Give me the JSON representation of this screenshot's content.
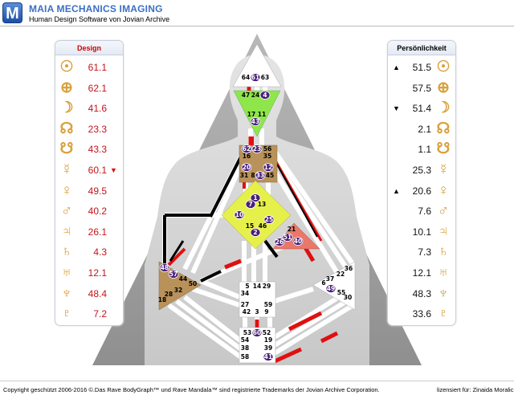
{
  "header": {
    "logo_letter": "M",
    "title": "MAIA MECHANICS IMAGING",
    "subtitle": "Human Design Software von Jovian Archive"
  },
  "design": {
    "title": "Design",
    "rows": [
      {
        "planet": "sun",
        "symbol": "☉",
        "value": "61.1",
        "arrow": ""
      },
      {
        "planet": "earth",
        "symbol": "⊕",
        "value": "62.1",
        "arrow": ""
      },
      {
        "planet": "moon",
        "symbol": "☽",
        "value": "41.6",
        "arrow": ""
      },
      {
        "planet": "north-node",
        "symbol": "☊",
        "value": "23.3",
        "arrow": ""
      },
      {
        "planet": "south-node",
        "symbol": "☋",
        "value": "43.3",
        "arrow": ""
      },
      {
        "planet": "mercury",
        "symbol": "☿",
        "value": "60.1",
        "arrow": "▼"
      },
      {
        "planet": "venus",
        "symbol": "♀",
        "value": "49.5",
        "arrow": ""
      },
      {
        "planet": "mars",
        "symbol": "♂",
        "value": "40.2",
        "arrow": ""
      },
      {
        "planet": "jupiter",
        "symbol": "♃",
        "value": "26.1",
        "arrow": ""
      },
      {
        "planet": "saturn",
        "symbol": "♄",
        "value": "4.3",
        "arrow": ""
      },
      {
        "planet": "uranus",
        "symbol": "♅",
        "value": "12.1",
        "arrow": ""
      },
      {
        "planet": "neptune",
        "symbol": "♆",
        "value": "48.4",
        "arrow": ""
      },
      {
        "planet": "pluto",
        "symbol": "♇",
        "value": "7.2",
        "arrow": ""
      }
    ]
  },
  "personality": {
    "title": "Persönlichkeit",
    "rows": [
      {
        "planet": "sun",
        "symbol": "☉",
        "value": "51.5",
        "arrow": "▲"
      },
      {
        "planet": "earth",
        "symbol": "⊕",
        "value": "57.5",
        "arrow": ""
      },
      {
        "planet": "moon",
        "symbol": "☽",
        "value": "51.4",
        "arrow": "▼"
      },
      {
        "planet": "north-node",
        "symbol": "☊",
        "value": "2.1",
        "arrow": ""
      },
      {
        "planet": "south-node",
        "symbol": "☋",
        "value": "1.1",
        "arrow": ""
      },
      {
        "planet": "mercury",
        "symbol": "☿",
        "value": "25.3",
        "arrow": ""
      },
      {
        "planet": "venus",
        "symbol": "♀",
        "value": "20.6",
        "arrow": "▲"
      },
      {
        "planet": "mars",
        "symbol": "♂",
        "value": "7.6",
        "arrow": ""
      },
      {
        "planet": "jupiter",
        "symbol": "♃",
        "value": "10.1",
        "arrow": ""
      },
      {
        "planet": "saturn",
        "symbol": "♄",
        "value": "7.3",
        "arrow": ""
      },
      {
        "planet": "uranus",
        "symbol": "♅",
        "value": "12.1",
        "arrow": ""
      },
      {
        "planet": "neptune",
        "symbol": "♆",
        "value": "48.3",
        "arrow": ""
      },
      {
        "planet": "pluto",
        "symbol": "♇",
        "value": "33.6",
        "arrow": ""
      }
    ]
  },
  "bodygraph": {
    "colors": {
      "head": "#ffffff",
      "ajna": "#8ee64a",
      "throat": "#b8925a",
      "g": "#e6f04a",
      "heart": "#e8786a",
      "spleen": "#b8925a",
      "solar_plexus": "#ffffff",
      "sacral": "#ffffff",
      "root": "#ffffff",
      "active_gate": "#4a1f7a",
      "design": "#e01010",
      "personality": "#000000"
    },
    "centers": {
      "head": {
        "gates": [
          {
            "n": "64",
            "active": false
          },
          {
            "n": "61",
            "active": true
          },
          {
            "n": "63",
            "active": false
          }
        ]
      },
      "ajna": {
        "gates": [
          {
            "n": "47",
            "active": false
          },
          {
            "n": "24",
            "active": false
          },
          {
            "n": "4",
            "active": true
          },
          {
            "n": "17",
            "active": false
          },
          {
            "n": "11",
            "active": false
          },
          {
            "n": "43",
            "active": true
          }
        ]
      },
      "throat": {
        "gates": [
          {
            "n": "62",
            "active": true
          },
          {
            "n": "23",
            "active": true
          },
          {
            "n": "56",
            "active": false
          },
          {
            "n": "16",
            "active": false
          },
          {
            "n": "35",
            "active": false
          },
          {
            "n": "20",
            "active": true
          },
          {
            "n": "12",
            "active": true
          },
          {
            "n": "31",
            "active": false
          },
          {
            "n": "8",
            "active": false
          },
          {
            "n": "33",
            "active": true
          },
          {
            "n": "45",
            "active": false
          }
        ]
      },
      "g": {
        "gates": [
          {
            "n": "1",
            "active": true
          },
          {
            "n": "7",
            "active": true
          },
          {
            "n": "13",
            "active": false
          },
          {
            "n": "10",
            "active": true
          },
          {
            "n": "25",
            "active": true
          },
          {
            "n": "15",
            "active": false
          },
          {
            "n": "46",
            "active": false
          },
          {
            "n": "2",
            "active": true
          }
        ]
      },
      "heart": {
        "gates": [
          {
            "n": "21",
            "active": false
          },
          {
            "n": "51",
            "active": true
          },
          {
            "n": "26",
            "active": true
          },
          {
            "n": "40",
            "active": true
          }
        ]
      },
      "spleen": {
        "gates": [
          {
            "n": "48",
            "active": true
          },
          {
            "n": "57",
            "active": true
          },
          {
            "n": "44",
            "active": false
          },
          {
            "n": "50",
            "active": false
          },
          {
            "n": "32",
            "active": false
          },
          {
            "n": "28",
            "active": false
          },
          {
            "n": "18",
            "active": false
          }
        ]
      },
      "solar_plexus": {
        "gates": [
          {
            "n": "36",
            "active": false
          },
          {
            "n": "22",
            "active": false
          },
          {
            "n": "37",
            "active": false
          },
          {
            "n": "6",
            "active": false
          },
          {
            "n": "49",
            "active": true
          },
          {
            "n": "55",
            "active": false
          },
          {
            "n": "30",
            "active": false
          }
        ]
      },
      "sacral": {
        "gates": [
          {
            "n": "5",
            "active": false
          },
          {
            "n": "14",
            "active": false
          },
          {
            "n": "29",
            "active": false
          },
          {
            "n": "34",
            "active": false
          },
          {
            "n": "27",
            "active": false
          },
          {
            "n": "59",
            "active": false
          },
          {
            "n": "42",
            "active": false
          },
          {
            "n": "3",
            "active": false
          },
          {
            "n": "9",
            "active": false
          }
        ]
      },
      "root": {
        "gates": [
          {
            "n": "53",
            "active": false
          },
          {
            "n": "60",
            "active": true
          },
          {
            "n": "52",
            "active": false
          },
          {
            "n": "54",
            "active": false
          },
          {
            "n": "19",
            "active": false
          },
          {
            "n": "38",
            "active": false
          },
          {
            "n": "39",
            "active": false
          },
          {
            "n": "58",
            "active": false
          },
          {
            "n": "41",
            "active": true
          }
        ]
      }
    }
  },
  "footer": {
    "copyright": "Copyright geschützt 2006-2016 ©.Das Rave BodyGraph™ und Rave Mandala™ sind registrierte Trademarks der Jovian Archive Corporation.",
    "license": "lizensiert für: Zinaida Moralic"
  }
}
